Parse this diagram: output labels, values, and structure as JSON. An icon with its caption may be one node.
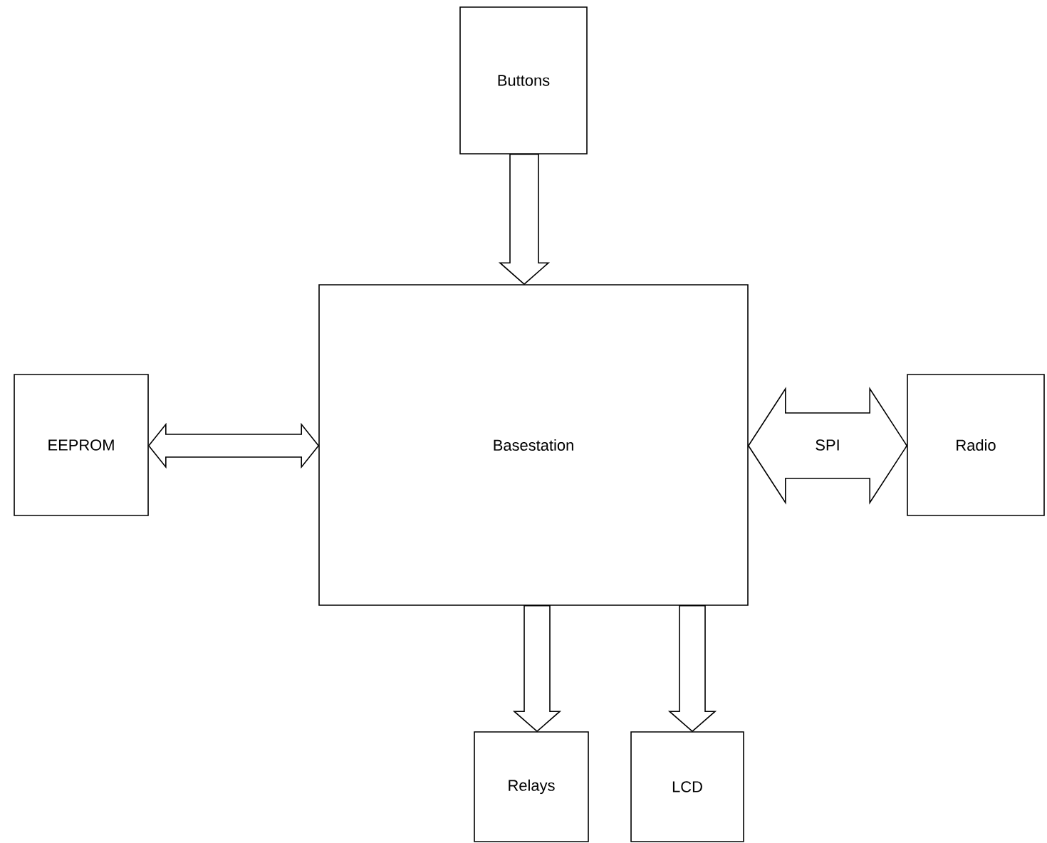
{
  "diagram": {
    "nodes": [
      {
        "text": [
          "Buttons"
        ]
      },
      {
        "text": [
          "Basestation"
        ]
      },
      {
        "text": [
          "EEPROM"
        ]
      },
      {
        "text": [
          "Radio"
        ]
      },
      {
        "text": [
          "Relays"
        ]
      },
      {
        "text": [
          "LCD"
        ]
      }
    ],
    "edges": [
      {
        "from": 0,
        "to": 1,
        "arrow": "to"
      },
      {
        "from": 2,
        "to": 1,
        "arrow": "both"
      },
      {
        "from": 1,
        "to": 3,
        "arrow": "both",
        "label": "SPI"
      },
      {
        "from": 1,
        "to": 4,
        "arrow": "to"
      },
      {
        "from": 1,
        "to": 5,
        "arrow": "to"
      }
    ]
  }
}
